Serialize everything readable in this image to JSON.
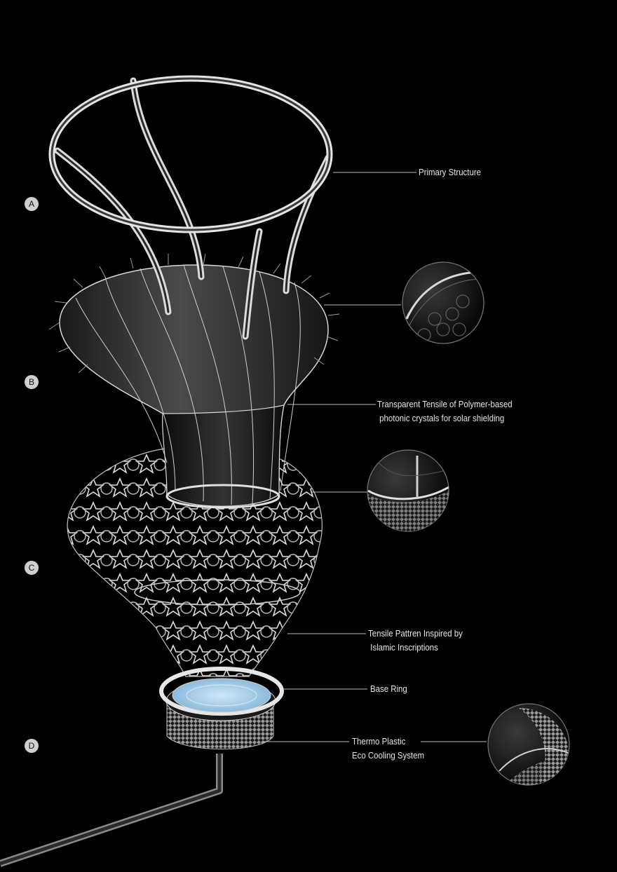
{
  "section_letters": [
    "A",
    "B",
    "C",
    "D"
  ],
  "callouts": [
    {
      "id": "primary-structure",
      "text": "Primary Structure"
    },
    {
      "id": "tensile-membrane",
      "text": "Transparent Tensile of Polymer-based\n photonic crystals for solar shielding"
    },
    {
      "id": "tensile-pattern",
      "text": "Tensile Pattren Inspired by\n Islamic Inscriptions"
    },
    {
      "id": "base-ring",
      "text": "Base Ring"
    },
    {
      "id": "cooling-system",
      "text": "Thermo Plastic\nEco Cooling System"
    }
  ],
  "colors": {
    "background": "#000000",
    "wire": "#e6e6e6",
    "membrane": "#3a3a3a",
    "water": "#9cc8e6",
    "badge": "#cfcfcf"
  }
}
